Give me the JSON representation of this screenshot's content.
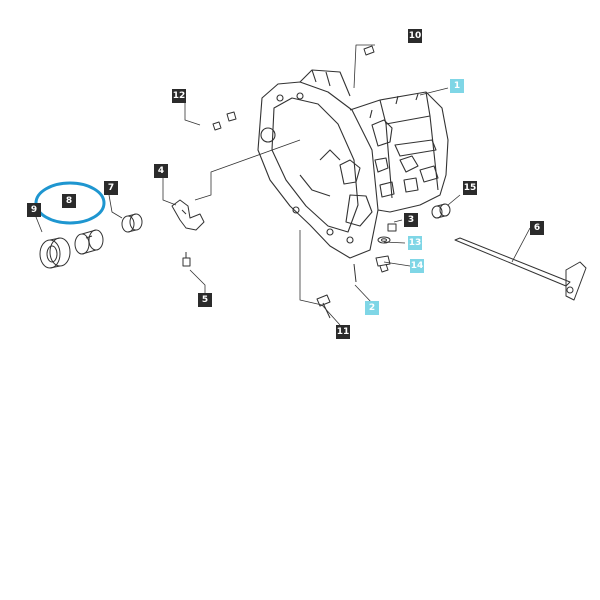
{
  "callouts": [
    {
      "id": "1",
      "highlight": true
    },
    {
      "id": "2",
      "highlight": true
    },
    {
      "id": "3",
      "highlight": false
    },
    {
      "id": "4",
      "highlight": false
    },
    {
      "id": "5",
      "highlight": false
    },
    {
      "id": "6",
      "highlight": false
    },
    {
      "id": "7",
      "highlight": false
    },
    {
      "id": "8",
      "highlight": false
    },
    {
      "id": "9",
      "highlight": false
    },
    {
      "id": "10",
      "highlight": false
    },
    {
      "id": "11",
      "highlight": false
    },
    {
      "id": "12",
      "highlight": false
    },
    {
      "id": "13",
      "highlight": true
    },
    {
      "id": "14",
      "highlight": true
    },
    {
      "id": "15",
      "highlight": false
    }
  ],
  "colors": {
    "callout_dark": "#2b2b2b",
    "callout_highlight": "#7fd6e6",
    "selection_ring": "#1e96d0",
    "line_art": "#333333"
  },
  "selected_part": "8"
}
